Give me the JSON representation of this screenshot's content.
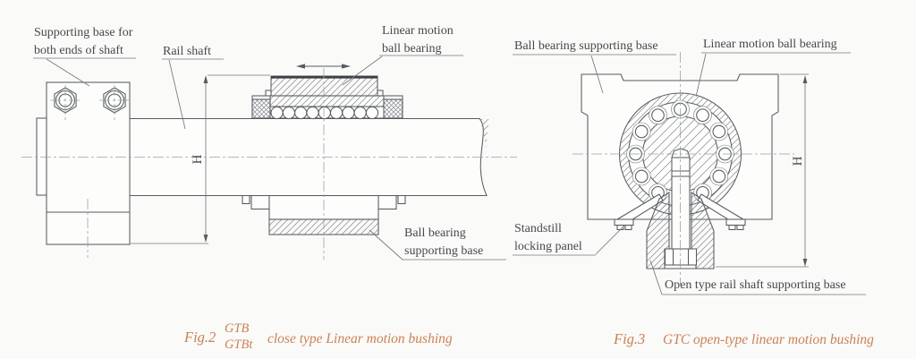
{
  "page": {
    "colors": {
      "bg": "#fafaf8",
      "paper": "#fdfdfc",
      "line": "#565b60",
      "leader": "#74797d",
      "hatch": "#83888d",
      "centerline": "#9ba1a6",
      "text": "#45494d",
      "accent": "#cb8156"
    }
  },
  "fig2": {
    "labels": {
      "supporting_base_line1": "Supporting base for",
      "supporting_base_line2": "both ends of shaft",
      "rail_shaft": "Rail shaft",
      "linear_motion_line1": "Linear motion",
      "linear_motion_line2": "ball bearing",
      "ball_bearing_base_line1": "Ball bearing",
      "ball_bearing_base_line2": "supporting base"
    },
    "dim_h": "H",
    "caption": {
      "fig": "Fig.2",
      "model_top": "GTB",
      "model_bottom": "GTBt",
      "desc": "close type Linear motion bushing"
    }
  },
  "fig3": {
    "labels": {
      "ball_bearing_base": "Ball bearing supporting base",
      "linear_motion": "Linear motion ball bearing",
      "standstill_line1": "Standstill",
      "standstill_line2": "locking panel",
      "open_base": "Open type rail shaft supporting base"
    },
    "dim_h": "H",
    "caption": {
      "fig": "Fig.3",
      "desc": "GTC open-type linear motion bushing"
    }
  }
}
